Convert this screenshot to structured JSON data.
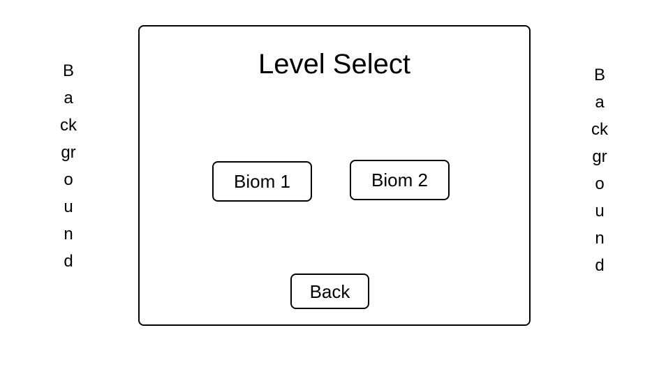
{
  "background": {
    "left_label": "Background",
    "right_label": "Background"
  },
  "level_select": {
    "title": "Level Select",
    "biom1_label": "Biom 1",
    "biom2_label": "Biom 2",
    "back_label": "Back"
  }
}
